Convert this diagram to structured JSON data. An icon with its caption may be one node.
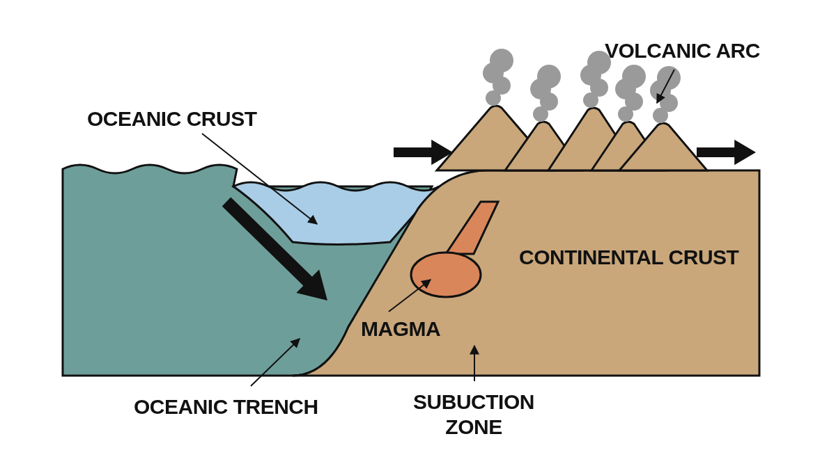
{
  "diagram": {
    "nodes": [
      {
        "text": [
          "OCEANIC CRUST"
        ]
      },
      {
        "text": [
          "VOLCANIC ARC"
        ]
      },
      {
        "text": [
          "MAGMA"
        ],
        "in": 7
      },
      {
        "text": [
          "OCEANIC TRENCH"
        ]
      },
      {
        "text": [
          "SUBUCTION ZONE"
        ]
      },
      {
        "text": [],
        "shape": "picture",
        "in": 6
      },
      {
        "text": [],
        "shape": "picture"
      },
      {
        "text": [],
        "shape": "picture"
      },
      {
        "text": [],
        "shape": "circle",
        "in": 7
      },
      {
        "text": [],
        "shape": "picture"
      }
    ],
    "edges": [
      {
        "from": 0,
        "to": 5,
        "arrow": "to"
      },
      {
        "from": 1,
        "to": 9,
        "arrow": "to"
      },
      {
        "from": 2,
        "to": 8,
        "arrow": "to"
      },
      {
        "from": 3,
        "to": 6,
        "arrow": "to"
      },
      {
        "from": 4,
        "to": 7,
        "arrow": "to"
      }
    ],
    "labels": [
      "CONTINENTAL CRUST"
    ]
  }
}
